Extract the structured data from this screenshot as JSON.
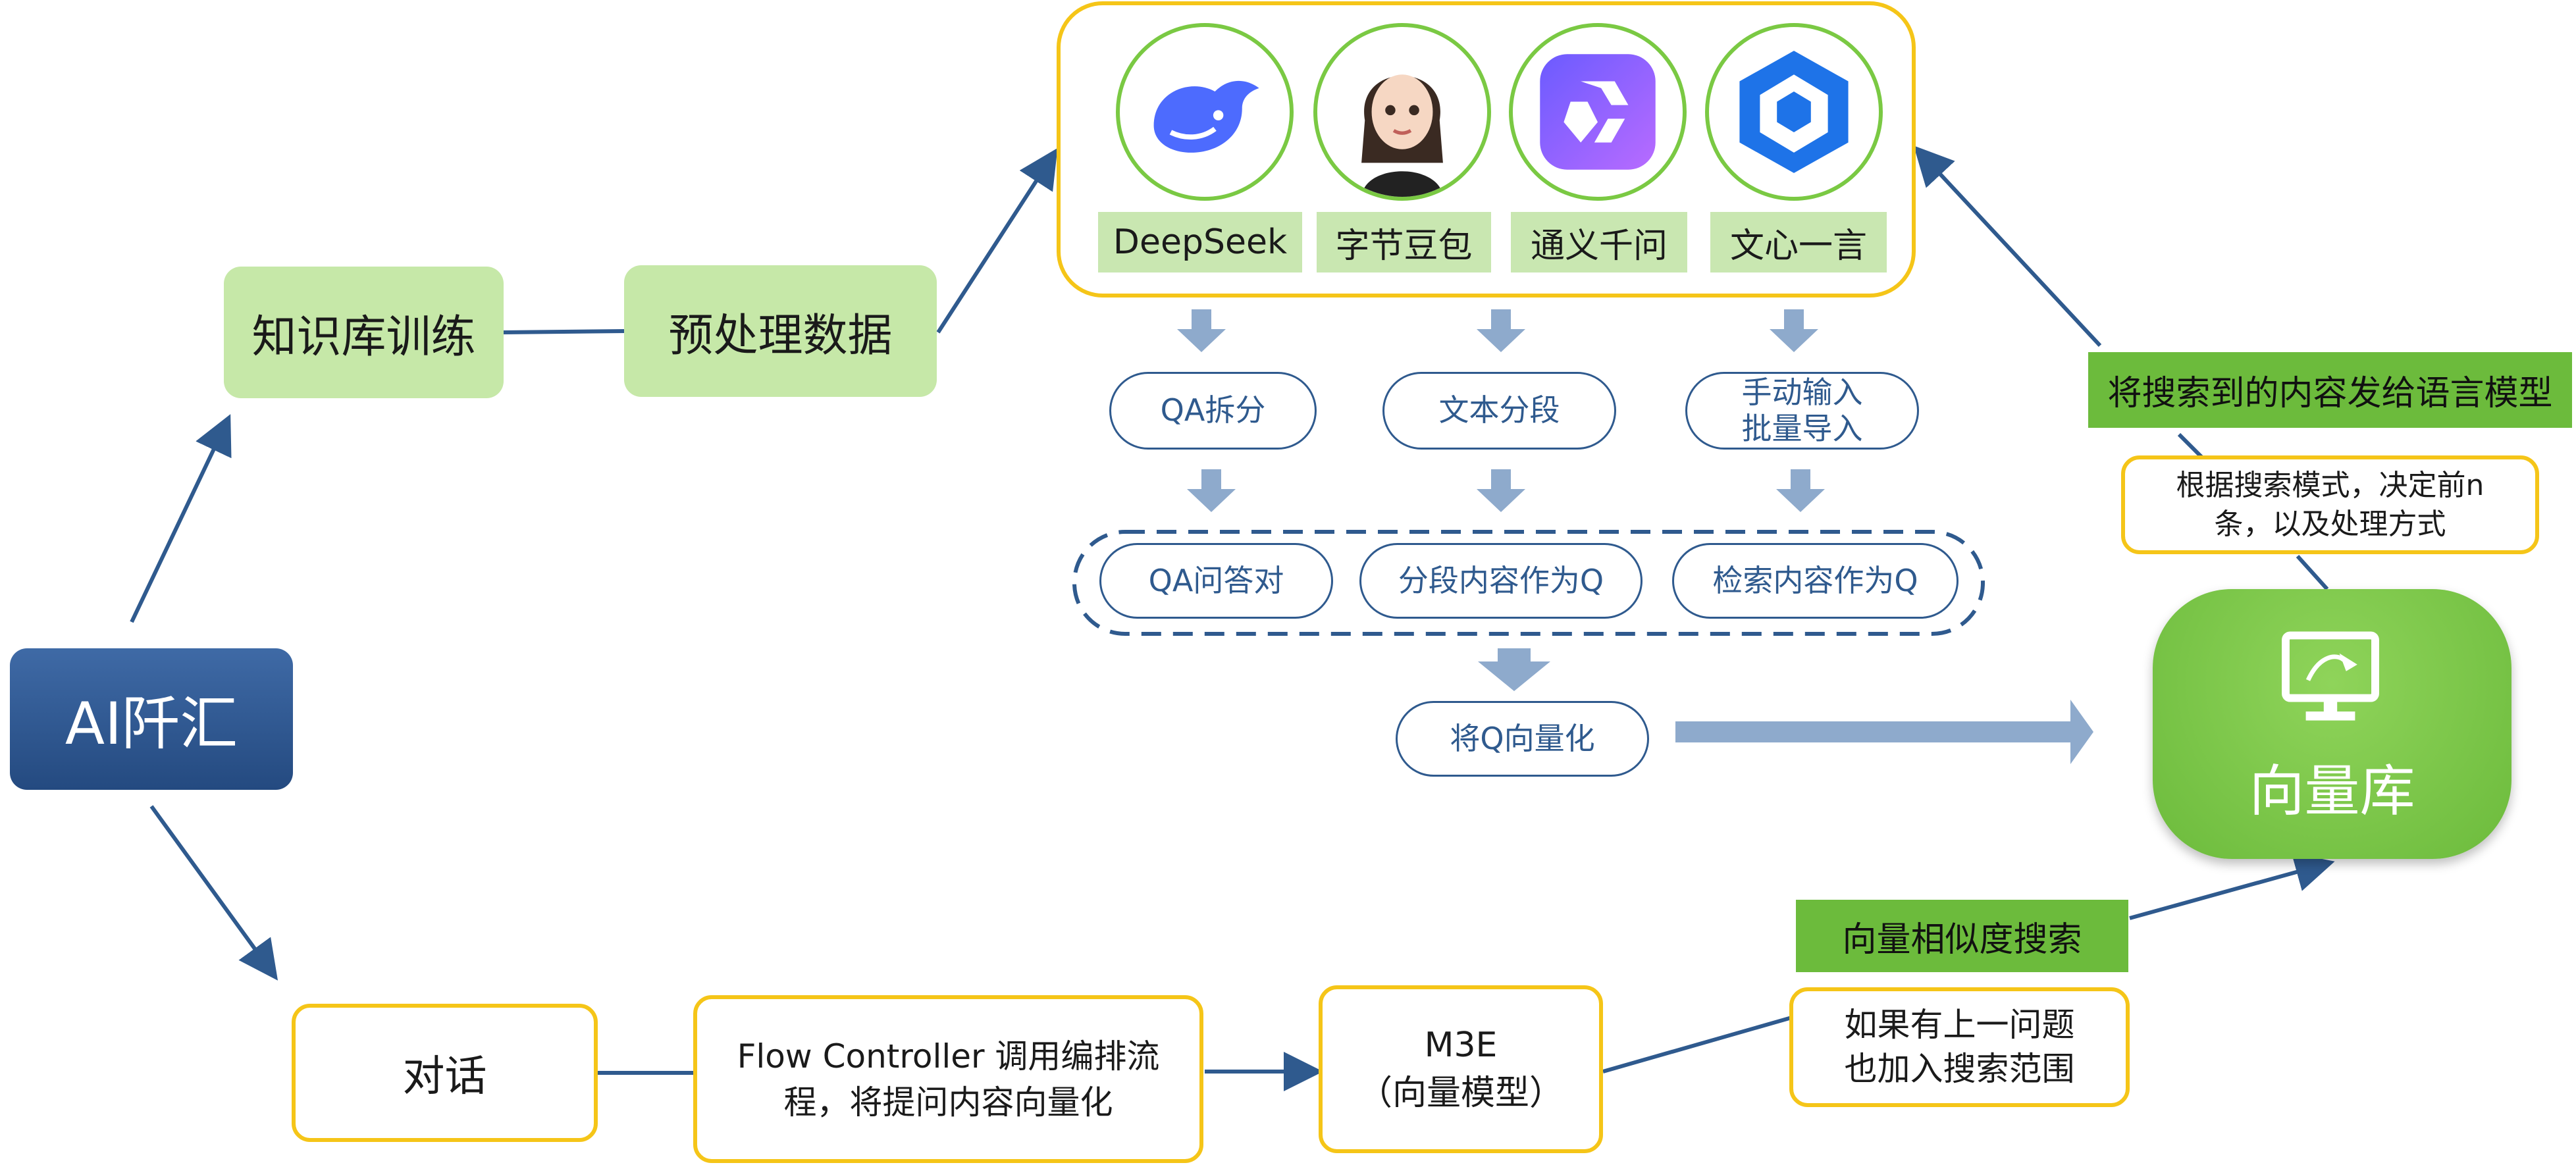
{
  "root": {
    "label": "AI阡汇"
  },
  "knowledge_branch": {
    "train_label": "知识库训练",
    "preprocess_label": "预处理数据"
  },
  "models": [
    {
      "name": "DeepSeek",
      "icon": "deepseek-whale-icon"
    },
    {
      "name": "字节豆包",
      "icon": "doubao-avatar-icon"
    },
    {
      "name": "通义千问",
      "icon": "qwen-logo-icon"
    },
    {
      "name": "文心一言",
      "icon": "wenxin-logo-icon"
    }
  ],
  "process_steps": [
    "QA拆分",
    "文本分段",
    "手动输入\n批量导入"
  ],
  "qa_outputs": [
    "QA问答对",
    "分段内容作为Q",
    "检索内容作为Q"
  ],
  "vectorize_label": "将Q向量化",
  "vector_db": {
    "label": "向量库",
    "icon": "monitor-icon"
  },
  "search_return": {
    "send_label": "将搜索到的内容发给语言模型",
    "decide_label": "根据搜索模式，决定前n\n条，以及处理方式"
  },
  "chat_branch": {
    "chat_label": "对话",
    "flow_label": "Flow Controller 调用编排流\n程，将提问内容向量化",
    "m3e_label": "M3E\n（向量模型）",
    "similarity_label": "向量相似度搜索",
    "context_label": "如果有上一问题\n也加入搜索范围"
  },
  "colors": {
    "navy": "#2f5a8e",
    "green": "#7ac943",
    "yellow": "#f5c518",
    "light_green": "#c6e8a8",
    "arrow_blue": "#8eaacc"
  }
}
